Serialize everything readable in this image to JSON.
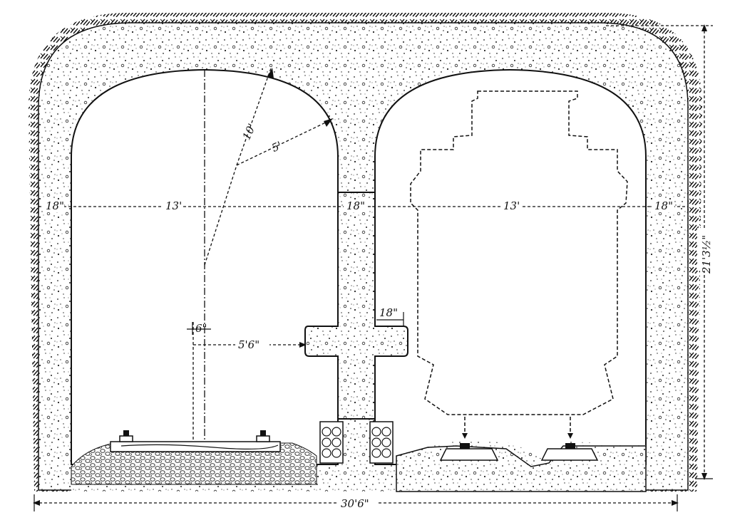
{
  "dimensions": {
    "wall_left": "18\"",
    "span_left": "13'",
    "pier": "18\"",
    "span_right": "13'",
    "wall_right": "18\"",
    "total_width": "30'6\"",
    "total_height": "21'3½\"",
    "radius_large": "10'",
    "radius_small": "5'",
    "offset_6": "6\"",
    "offset_5_6": "5'6\"",
    "bracket_18": "18\""
  },
  "colors": {
    "ink": "#111111",
    "paper": "#ffffff"
  }
}
